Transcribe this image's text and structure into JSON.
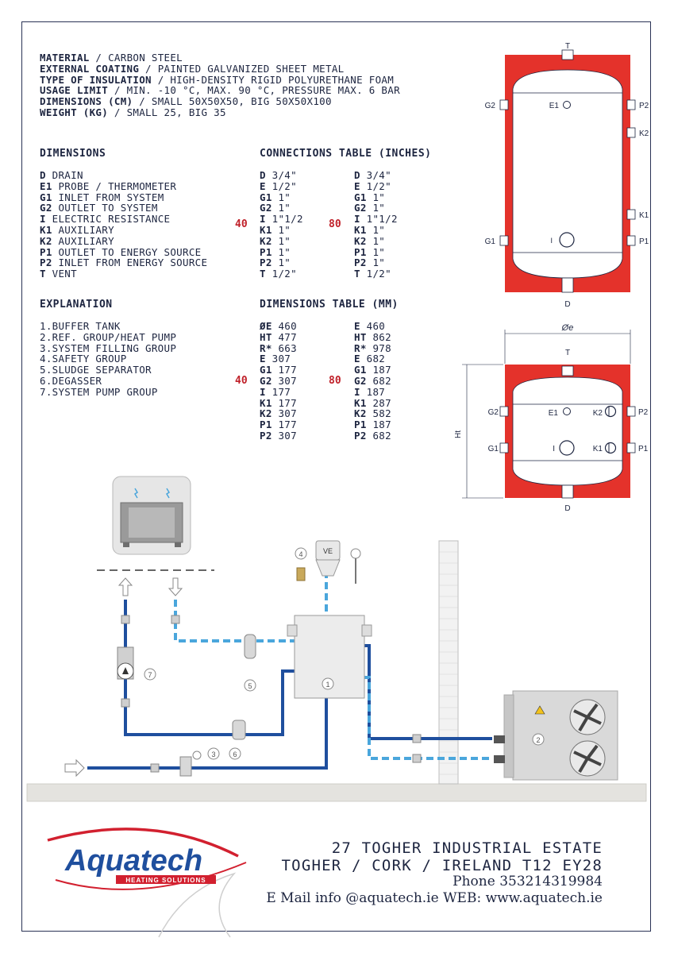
{
  "specs": [
    {
      "label": "MATERIAL",
      "value": " / CARBON STEEL"
    },
    {
      "label": "EXTERNAL COATING",
      "value": " / PAINTED GALVANIZED SHEET METAL"
    },
    {
      "label": "TYPE OF INSULATION",
      "value": " / HIGH-DENSITY RIGID POLYURETHANE FOAM"
    },
    {
      "label": "USAGE LIMIT",
      "value": " / MIN. -10 °C, MAX. 90 °C, PRESSURE MAX. 6 BAR"
    },
    {
      "label": "DIMENSIONS (CM)",
      "value": " / SMALL 50X50X50, BIG 50X50X100"
    },
    {
      "label": "WEIGHT (KG)",
      "value": " / SMALL 25, BIG 35"
    }
  ],
  "dimensions": {
    "title": "DIMENSIONS",
    "items": [
      {
        "code": "D",
        "desc": " DRAIN"
      },
      {
        "code": "E1",
        "desc": " PROBE / THERMOMETER"
      },
      {
        "code": "G1",
        "desc": " INLET FROM SYSTEM"
      },
      {
        "code": "G2",
        "desc": " OUTLET TO SYSTEM"
      },
      {
        "code": "I",
        "desc": " ELECTRIC RESISTANCE"
      },
      {
        "code": "K1",
        "desc": " AUXILIARY"
      },
      {
        "code": "K2",
        "desc": " AUXILIARY"
      },
      {
        "code": "P1",
        "desc": " OUTLET TO ENERGY SOURCE"
      },
      {
        "code": "P2",
        "desc": " INLET FROM ENERGY SOURCE"
      },
      {
        "code": "T",
        "desc": " VENT"
      }
    ]
  },
  "connections": {
    "title": "CONNECTIONS TABLE (INCHES)",
    "size_small": "40",
    "size_big": "80",
    "small": [
      {
        "code": "D",
        "val": " 3/4\""
      },
      {
        "code": "E",
        "val": " 1/2\""
      },
      {
        "code": "G1",
        "val": " 1\""
      },
      {
        "code": "G2",
        "val": " 1\""
      },
      {
        "code": "I",
        "val": " 1\"1/2"
      },
      {
        "code": "K1",
        "val": " 1\""
      },
      {
        "code": "K2",
        "val": " 1\""
      },
      {
        "code": "P1",
        "val": " 1\""
      },
      {
        "code": "P2",
        "val": " 1\""
      },
      {
        "code": "T",
        "val": " 1/2\""
      }
    ],
    "big": [
      {
        "code": "D",
        "val": " 3/4\""
      },
      {
        "code": "E",
        "val": " 1/2\""
      },
      {
        "code": "G1",
        "val": " 1\""
      },
      {
        "code": "G2",
        "val": " 1\""
      },
      {
        "code": "I",
        "val": " 1\"1/2"
      },
      {
        "code": "K1",
        "val": " 1\""
      },
      {
        "code": "K2",
        "val": " 1\""
      },
      {
        "code": "P1",
        "val": " 1\""
      },
      {
        "code": "P2",
        "val": " 1\""
      },
      {
        "code": "T",
        "val": " 1/2\""
      }
    ]
  },
  "explanation": {
    "title": "EXPLANATION",
    "items": [
      "1.BUFFER TANK",
      "2.REF. GROUP/HEAT PUMP",
      "3.SYSTEM FILLING GROUP",
      "4.SAFETY GROUP",
      "5.SLUDGE SEPARATOR",
      "6.DEGASSER",
      "7.SYSTEM PUMP GROUP"
    ]
  },
  "dim_table": {
    "title": "DIMENSIONS TABLE (MM)",
    "size_small": "40",
    "size_big": "80",
    "small": [
      {
        "code": "ØE",
        "val": " 460"
      },
      {
        "code": "HT",
        "val": " 477"
      },
      {
        "code": "R*",
        "val": " 663"
      },
      {
        "code": "E",
        "val": " 307"
      },
      {
        "code": "G1",
        "val": " 177"
      },
      {
        "code": "G2",
        "val": " 307"
      },
      {
        "code": "I",
        "val": " 177"
      },
      {
        "code": "K1",
        "val": " 177"
      },
      {
        "code": "K2",
        "val": " 307"
      },
      {
        "code": "P1",
        "val": " 177"
      },
      {
        "code": "P2",
        "val": " 307"
      }
    ],
    "big": [
      {
        "code": "E",
        "val": " 460"
      },
      {
        "code": "HT",
        "val": " 862"
      },
      {
        "code": "R*",
        "val": " 978"
      },
      {
        "code": "E",
        "val": " 682"
      },
      {
        "code": "G1",
        "val": " 187"
      },
      {
        "code": "G2",
        "val": " 682"
      },
      {
        "code": "I",
        "val": " 187"
      },
      {
        "code": "K1",
        "val": " 287"
      },
      {
        "code": "K2",
        "val": " 582"
      },
      {
        "code": "P1",
        "val": " 187"
      },
      {
        "code": "P2",
        "val": " 682"
      }
    ]
  },
  "tank1_labels": {
    "t": "T",
    "g2": "G2",
    "e1": "E1",
    "p2": "P2",
    "k2": "K2",
    "k1": "K1",
    "g1": "G1",
    "i": "I",
    "p1": "P1",
    "d": "D"
  },
  "tank2_labels": {
    "oe": "Øe",
    "ht": "Ht",
    "t": "T",
    "g2": "G2",
    "e1": "E1",
    "k2": "K2",
    "p2": "P2",
    "g1": "G1",
    "i": "I",
    "k1": "K1",
    "p1": "P1",
    "d": "D"
  },
  "schematic": {
    "ve": "VE",
    "n1": "1",
    "n2": "2",
    "n3": "3",
    "n4": "4",
    "n5": "5",
    "n6": "6",
    "n7": "7"
  },
  "colors": {
    "tank_red": "#e4322b",
    "pipe_dark": "#1f4f9e",
    "pipe_light": "#4aa6dc",
    "navy": "#1d2540"
  },
  "footer": {
    "logo_text": "Aquatech",
    "logo_tag": "HEATING SOLUTIONS",
    "address1": "27 TOGHER INDUSTRIAL ESTATE",
    "address2": "TOGHER / CORK / IRELAND T12 EY28",
    "phone": "Phone 353214319984",
    "email_web": "E Mail info @aquatech.ie  WEB: www.aquatech.ie"
  }
}
